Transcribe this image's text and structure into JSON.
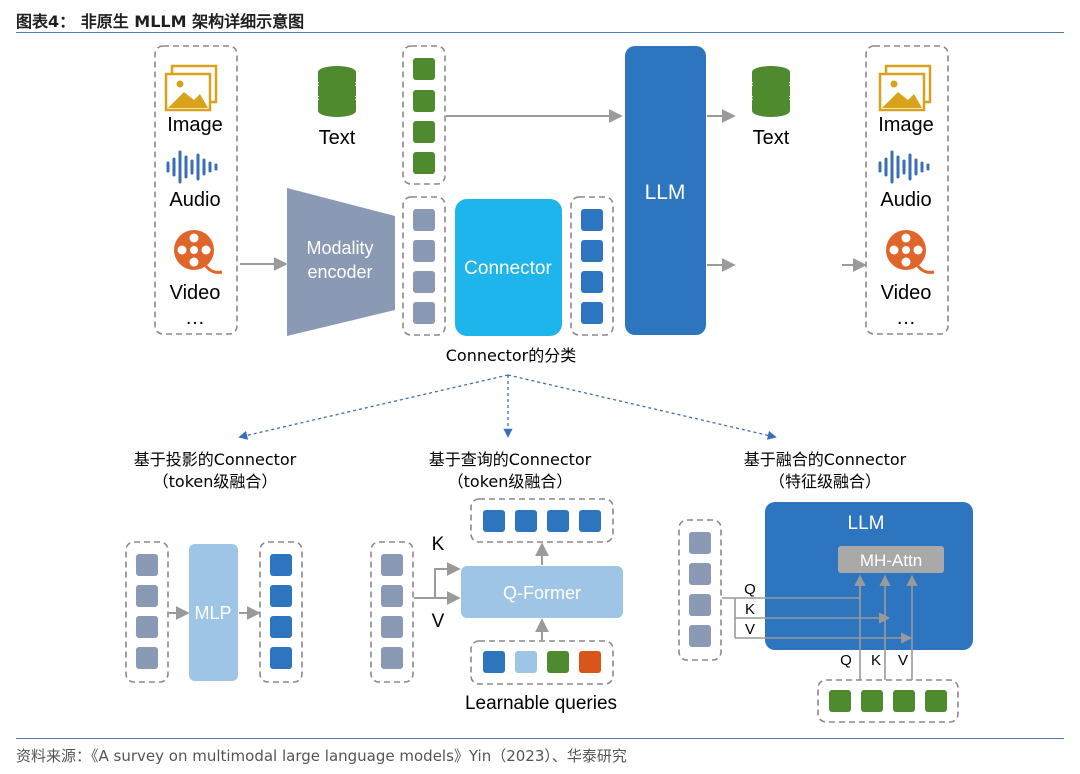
{
  "title": "图表4： 非原生 MLLM 架构详细示意图",
  "source": "资料来源：《A survey on multimodal large language models》Yin（2023）、华泰研究",
  "colors": {
    "llm_blue": "#2e75c0",
    "connector_cyan": "#1eb4ec",
    "encoder_gray": "#8a9ab5",
    "token_green": "#4f8a2f",
    "token_blue": "#2e75c0",
    "token_gray": "#8a9ab5",
    "token_light": "#9ec5e6",
    "token_orange": "#d9561a",
    "mlp_light": "#9ec5e6",
    "icon_gold": "#d9a21b",
    "icon_orange": "#e0652a",
    "icon_blue": "#3a6fb7"
  },
  "inputs": {
    "image": "Image",
    "audio": "Audio",
    "video": "Video",
    "more": "…",
    "text": "Text"
  },
  "outputs": {
    "text": "Text",
    "image": "Image",
    "audio": "Audio",
    "video": "Video",
    "more": "…"
  },
  "blocks": {
    "modality_encoder_line1": "Modality",
    "modality_encoder_line2": "encoder",
    "connector": "Connector",
    "llm": "LLM",
    "connector_types": "Connector的分类"
  },
  "categories": [
    {
      "title": "基于投影的Connector",
      "subtitle": "（token级融合）",
      "block": "MLP"
    },
    {
      "title": "基于查询的Connector",
      "subtitle": "（token级融合）",
      "block": "Q-Former",
      "k": "K",
      "v": "V",
      "queries": "Learnable queries"
    },
    {
      "title": "基于融合的Connector",
      "subtitle": "（特征级融合）",
      "block": "LLM",
      "attn": "MH-Attn",
      "q": "Q",
      "k": "K",
      "v": "V"
    }
  ]
}
